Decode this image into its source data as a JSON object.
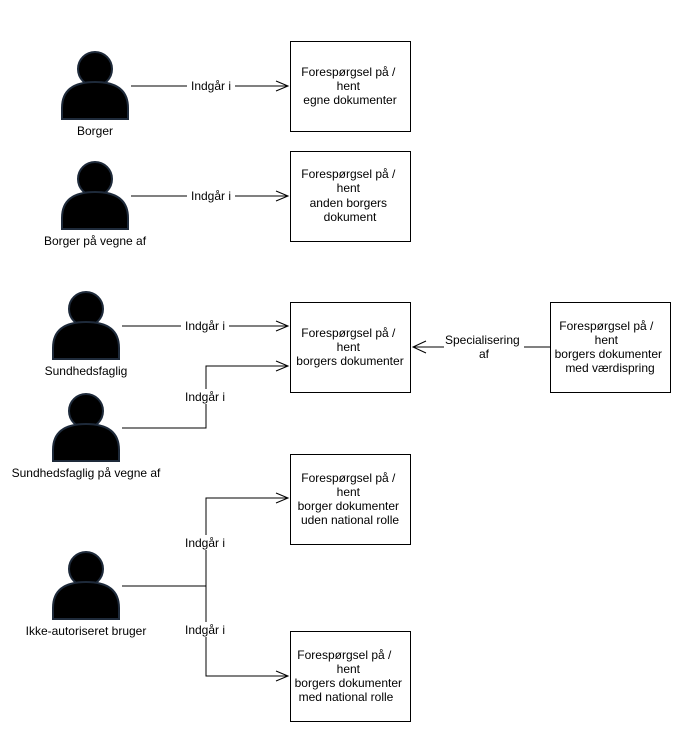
{
  "actors": [
    {
      "id": "borger",
      "label": "Borger"
    },
    {
      "id": "borger-vegne",
      "label": "Borger på vegne af"
    },
    {
      "id": "sundhedsfaglig",
      "label": "Sundhedsfaglig"
    },
    {
      "id": "sundhedsfaglig-vegne",
      "label": "Sundhedsfaglig på vegne af"
    },
    {
      "id": "ikke-autoriseret",
      "label": "Ikke-autoriseret bruger"
    }
  ],
  "boxes": [
    {
      "id": "egne",
      "lines": [
        "Forespørgsel på  /",
        "hent",
        "egne dokumenter"
      ]
    },
    {
      "id": "anden",
      "lines": [
        "Forespørgsel på  /",
        "hent",
        "anden borgers",
        "dokument"
      ]
    },
    {
      "id": "borgers",
      "lines": [
        "Forespørgsel på  /",
        "hent",
        "borgers dokumenter"
      ]
    },
    {
      "id": "vaerdispring",
      "lines": [
        "Forespørgsel på /",
        "hent",
        "borgers dokumenter",
        "med værdispring"
      ]
    },
    {
      "id": "uden",
      "lines": [
        "Forespørgsel på /",
        "hent",
        "borger dokumenter",
        "uden national rolle"
      ]
    },
    {
      "id": "med",
      "lines": [
        "Forespørgsel på /",
        "hent",
        "borgers dokumenter",
        "med national rolle"
      ]
    }
  ],
  "edges": {
    "includes": "Indgår i",
    "specialization": [
      "Specialisering",
      "af"
    ]
  }
}
